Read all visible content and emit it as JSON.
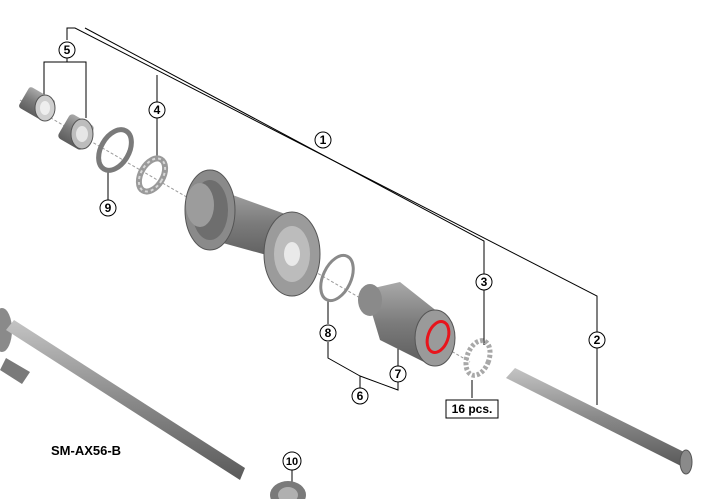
{
  "model_label": "SM-AX56-B",
  "qty_label": "16 pcs.",
  "callouts": [
    {
      "id": "c1",
      "text": "1"
    },
    {
      "id": "c2",
      "text": "2"
    },
    {
      "id": "c3",
      "text": "3"
    },
    {
      "id": "c4",
      "text": "4"
    },
    {
      "id": "c5",
      "text": "5"
    },
    {
      "id": "c6",
      "text": "6"
    },
    {
      "id": "c7",
      "text": "7"
    },
    {
      "id": "c8",
      "text": "8"
    },
    {
      "id": "c9",
      "text": "9"
    },
    {
      "id": "c10",
      "text": "10"
    }
  ],
  "colors": {
    "highlight": "#e8141c",
    "part_dark": "#6e6e6e",
    "part_mid": "#8c8c8c",
    "part_light": "#b9b9b9",
    "line": "#000000"
  }
}
